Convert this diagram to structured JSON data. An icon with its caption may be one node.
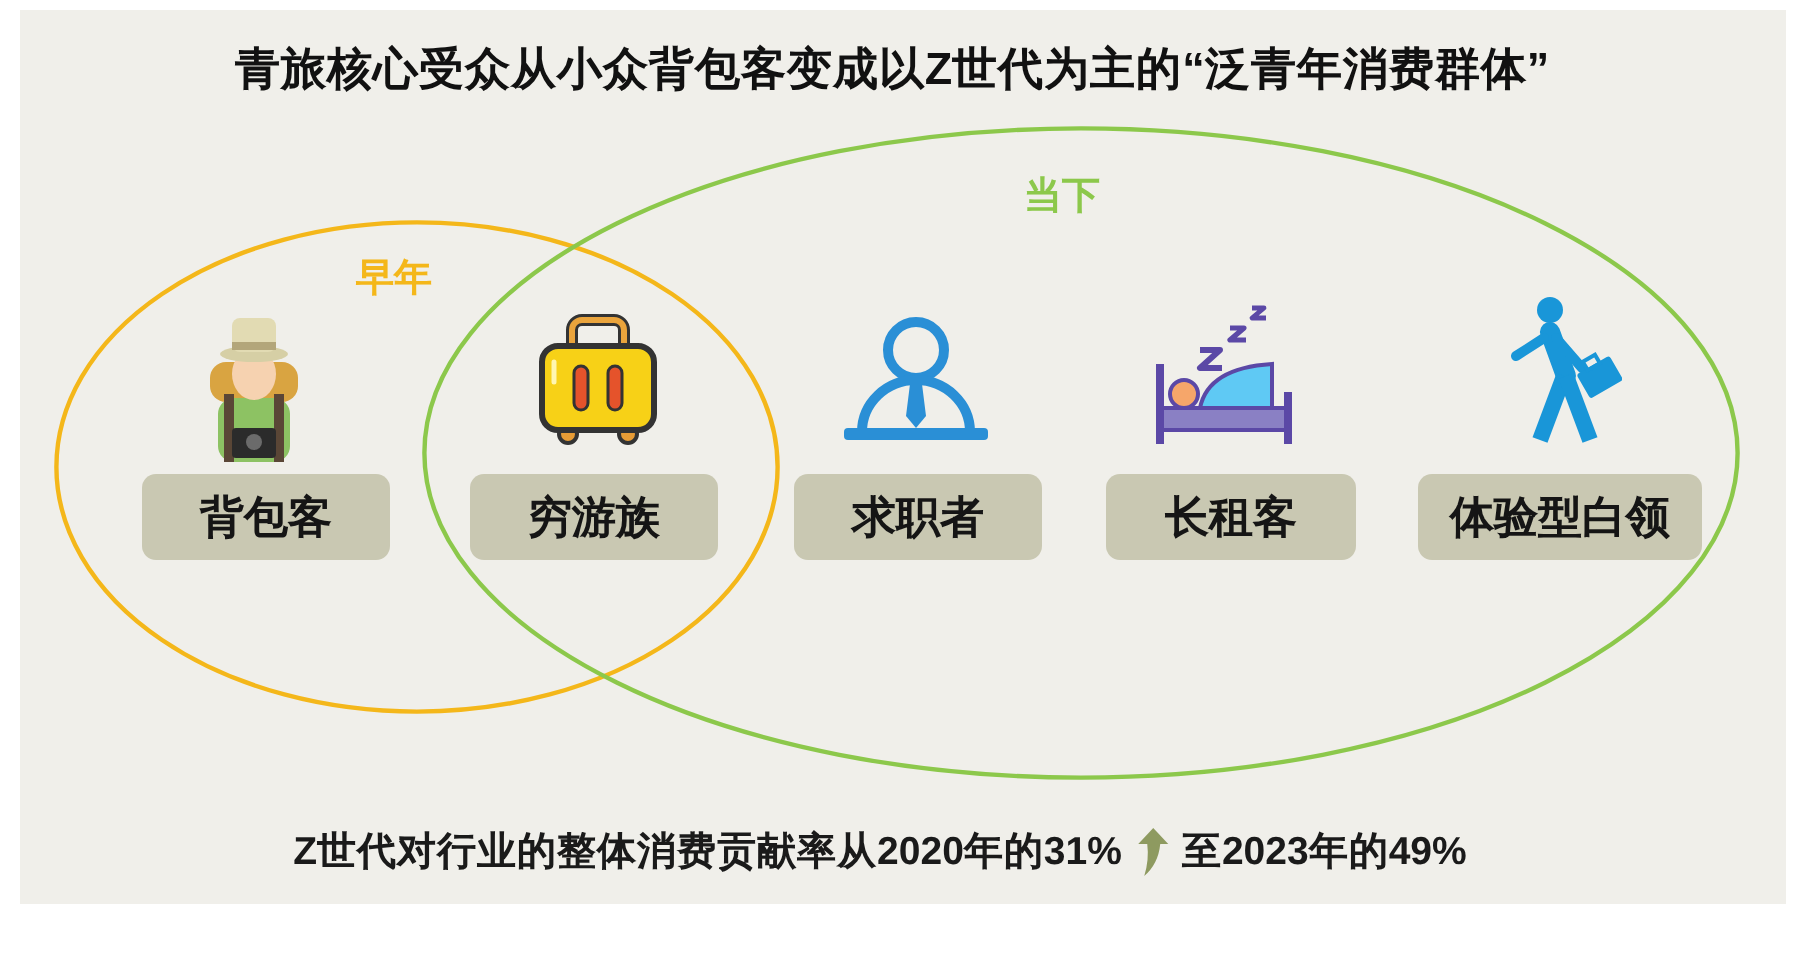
{
  "diagram": {
    "title": "青旅核心受众从小众背包客变成以Z世代为主的“泛青年消费群体”",
    "nodes": [
      {
        "text": [
          "早年"
        ]
      },
      {
        "text": [
          "当下"
        ]
      },
      {
        "text": [
          "背包客"
        ],
        "in": 0
      },
      {
        "text": [
          "穷游族"
        ]
      },
      {
        "text": [
          "求职者"
        ],
        "in": 1
      },
      {
        "text": [
          "长租客"
        ],
        "in": 1
      },
      {
        "text": [
          "体验型白领"
        ],
        "in": 1
      }
    ],
    "labels": [
      "Z世代对行业的整体消费贡献率从2020年的31%",
      "至2023年的49%"
    ]
  }
}
